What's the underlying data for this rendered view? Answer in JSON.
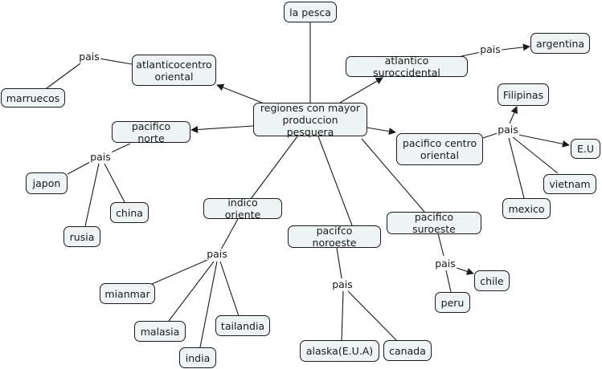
{
  "map": {
    "colors": {
      "node_fill": "#eef3f5",
      "node_border": "#1a1a1a",
      "line": "#1a1a1a"
    },
    "nodes": {
      "central": "regiones con mayor\nproduccion pesquera",
      "la_pesca": "la pesca",
      "atlantico_centro_oriental": "atlanticocentro\noriental",
      "marruecos": "marruecos",
      "atlantico_suroccidental": "atlantico suroccidental",
      "argentina": "argentina",
      "pacifico_norte": "pacifico norte",
      "japon": "japon",
      "china": "china",
      "rusia": "rusia",
      "pacifico_centro_oriental": "pacifico centro\noriental",
      "filipinas": "Filipinas",
      "eu": "E.U",
      "vietnam": "vietnam",
      "mexico": "mexico",
      "indico_oriente": "indico oriente",
      "mianmar": "mianmar",
      "malasia": "malasia",
      "india": "india",
      "tailandia": "tailandia",
      "pacifco_noroeste": "pacifco noroeste",
      "alaska": "alaska(E.U.A)",
      "canada": "canada",
      "pacifico_suroeste": "pacifico suroeste",
      "chile": "chile",
      "peru": "peru"
    },
    "link_labels": {
      "pais_atlantico_centro": "pais",
      "pais_atlantico_sur": "pais",
      "pais_pacifico_norte": "pais",
      "pais_pacifico_centro": "pais",
      "pais_indico": "pais",
      "pais_noroeste": "pais",
      "pais_suroeste": "pais"
    }
  }
}
